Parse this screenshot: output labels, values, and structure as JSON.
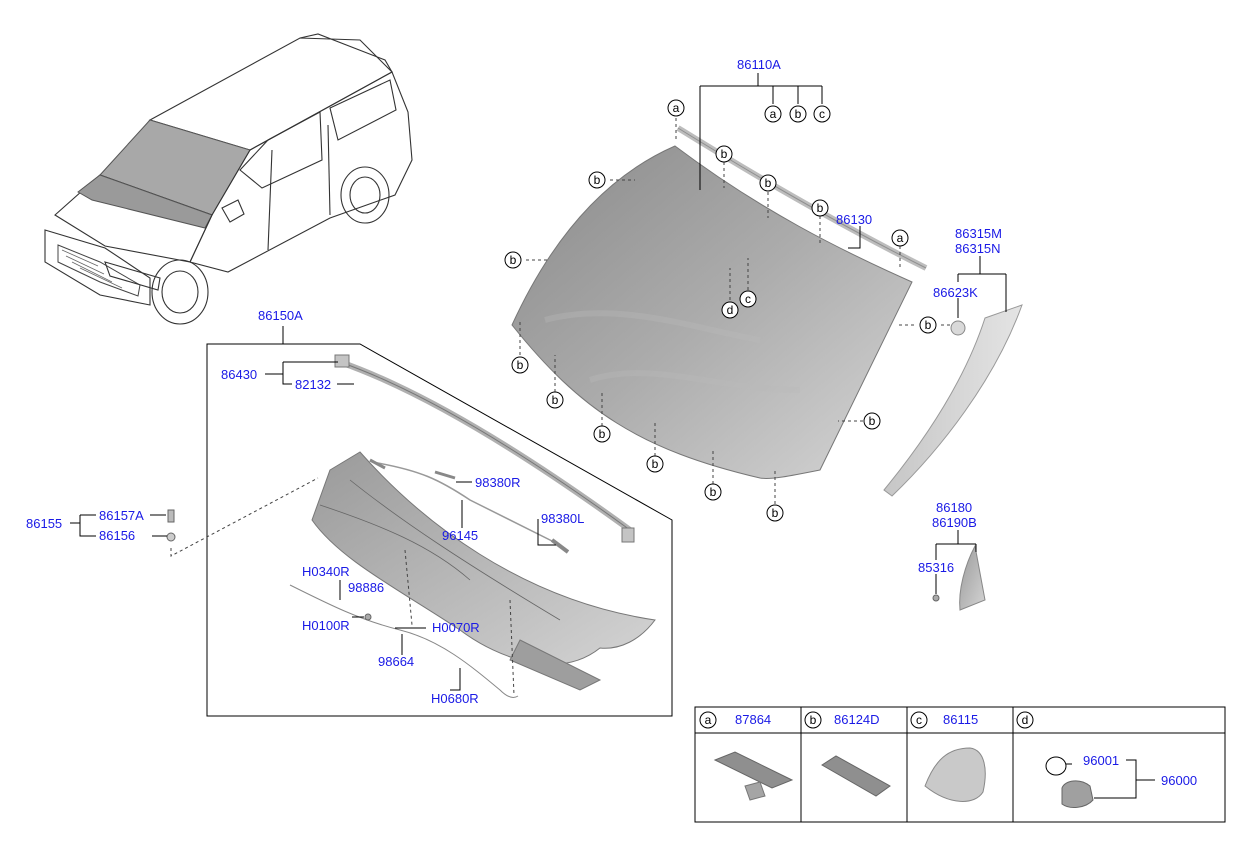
{
  "callouts": {
    "glass_assy": "86110A",
    "molding": "86130",
    "garnish_pair": [
      "86315M",
      "86315N"
    ],
    "clip_garnish": "86623K",
    "cover_pair": [
      "86180",
      "86190B"
    ],
    "screw_cover": "85316",
    "cowl_assy": "86150A",
    "seal": "86430",
    "clip_seal": "82132",
    "hose_r": "98380R",
    "hose_l": "98380L",
    "hose_assy": "96145",
    "bolt_group": "86155",
    "bolt_a": "86157A",
    "bolt_b": "86156",
    "hose_h0340": "H0340R",
    "nozzle": "98886",
    "hose_h0100": "H0100R",
    "hose_h0070": "H0070R",
    "connector": "98664",
    "hose_h0680": "H0680R"
  },
  "letters": {
    "a": "a",
    "b": "b",
    "c": "c",
    "d": "d"
  },
  "legend": [
    {
      "letter": "a",
      "part": "87864"
    },
    {
      "letter": "b",
      "part": "86124D"
    },
    {
      "letter": "c",
      "part": "86115"
    },
    {
      "letter": "d",
      "part": "",
      "sub_part": "96001",
      "assy_part": "96000"
    }
  ],
  "colors": {
    "link": "#1a1ae6",
    "glass_dark": "#8c8c8c",
    "glass_light": "#cfcfcf",
    "part_fill": "#b8b8b8"
  }
}
